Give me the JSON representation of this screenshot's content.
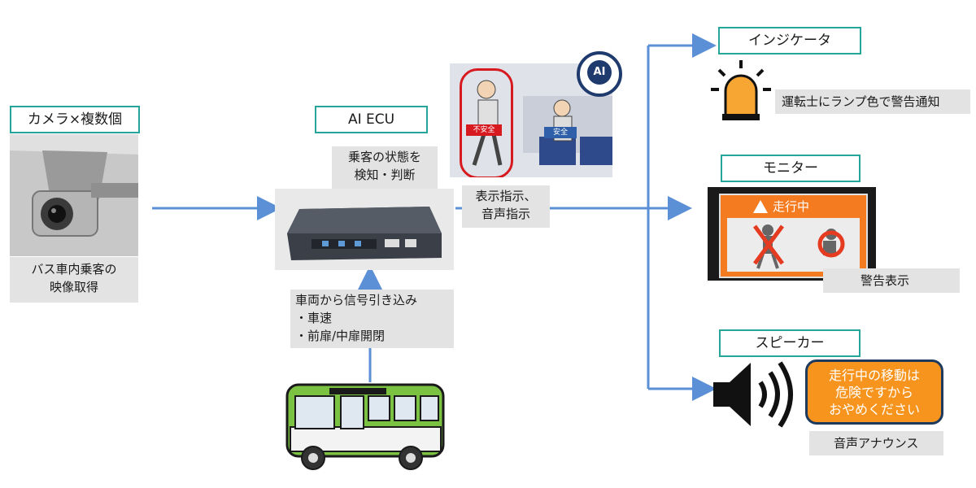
{
  "camera": {
    "title": "カメラ×複数個",
    "caption_line1": "バス車内乗客の",
    "caption_line2": "映像取得"
  },
  "ecu": {
    "title": "AI ECU",
    "detect_line1": "乗客の状態を",
    "detect_line2": "検知・判断"
  },
  "signal": {
    "line1": "車両から信号引き込み",
    "line2": "・車速",
    "line3": "・前扉/中扉開閉"
  },
  "instruction": {
    "line1": "表示指示、",
    "line2": "音声指示"
  },
  "scene": {
    "unsafe_label": "不安全",
    "safe_label": "安全",
    "ai_label": "AI"
  },
  "indicator": {
    "title": "インジケータ",
    "description": "運転士にランプ色で警告通知"
  },
  "monitor": {
    "title": "モニター",
    "screen_header": "走行中",
    "caption": "警告表示"
  },
  "speaker": {
    "title": "スピーカー",
    "bubble_line1": "走行中の移動は",
    "bubble_line2": "危険ですから",
    "bubble_line3": "おやめください",
    "caption": "音声アナウンス"
  },
  "colors": {
    "arrow": "#5b8fd6",
    "title_border": "#26a69a",
    "lamp": "#f7a533",
    "monitor_orange": "#f47b20",
    "bus_green": "#7cc242"
  }
}
